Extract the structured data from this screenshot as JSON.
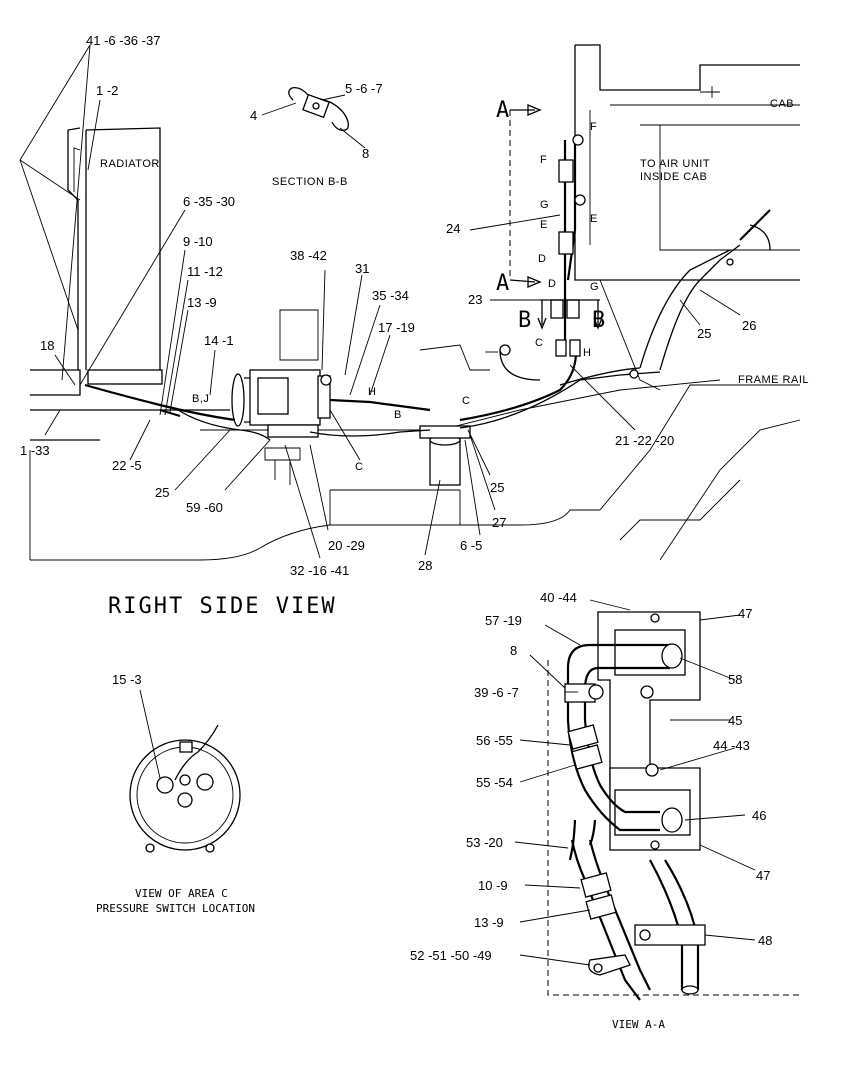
{
  "right_side_view": {
    "title": "RIGHT SIDE VIEW",
    "area_labels": {
      "radiator": "RADIATOR",
      "cab": "CAB",
      "to_air_unit_1": "TO AIR UNIT",
      "to_air_unit_2": "INSIDE CAB",
      "frame_rail": "FRAME RAIL"
    },
    "callouts": {
      "c_41_6_36_37": "41 -6 -36 -37",
      "c_1_2": "1 -2",
      "c_6_35_30": "6 -35 -30",
      "c_9_10": "9 -10",
      "c_11_12": "11 -12",
      "c_13_9": "13 -9",
      "c_14_1": "14 -1",
      "c_18": "18",
      "c_1_33": "1 -33",
      "c_22_5": "22 -5",
      "c_25_a": "25",
      "c_59_60": "59 -60",
      "c_32_16_41": "32 -16 -41",
      "c_20_29": "20 -29",
      "c_38_42": "38 -42",
      "c_31": "31",
      "c_35_34": "35 -34",
      "c_17_19": "17 -19",
      "c_28": "28",
      "c_6_5": "6 -5",
      "c_27": "27",
      "c_25_b": "25",
      "c_21_22_20": "21 -22 -20",
      "c_24": "24",
      "c_23": "23",
      "c_25_c": "25",
      "c_26": "26"
    },
    "letters": {
      "bj": "B,J",
      "h1": "H",
      "b1": "B",
      "c1": "C",
      "c2": "C",
      "c3": "C",
      "a_top": "A",
      "a_mid": "A",
      "b_left": "B",
      "b_right": "B",
      "d1": "D",
      "d2": "D",
      "e1": "E",
      "e2": "E",
      "f1": "F",
      "f2": "F",
      "g1": "G",
      "g2": "G",
      "h2": "H"
    }
  },
  "section_bb": {
    "title": "SECTION B-B",
    "callouts": {
      "c_4": "4",
      "c_5_6_7": "5 -6 -7",
      "c_8": "8"
    }
  },
  "view_c": {
    "caption_1": "VIEW OF AREA C",
    "caption_2": "PRESSURE SWITCH LOCATION",
    "callout": "15 -3"
  },
  "view_aa": {
    "title": "VIEW  A-A",
    "callouts": {
      "c_40_44": "40 -44",
      "c_47_a": "47",
      "c_57_19": "57 -19",
      "c_8": "8",
      "c_58": "58",
      "c_39_6_7": "39 -6 -7",
      "c_45": "45",
      "c_56_55": "56 -55",
      "c_44_43": "44 -43",
      "c_55_54": "55 -54",
      "c_46": "46",
      "c_53_20": "53 -20",
      "c_47_b": "47",
      "c_10_9": "10 -9",
      "c_13_9": "13 -9",
      "c_48": "48",
      "c_52_51_50_49": "52 -51 -50 -49"
    }
  }
}
